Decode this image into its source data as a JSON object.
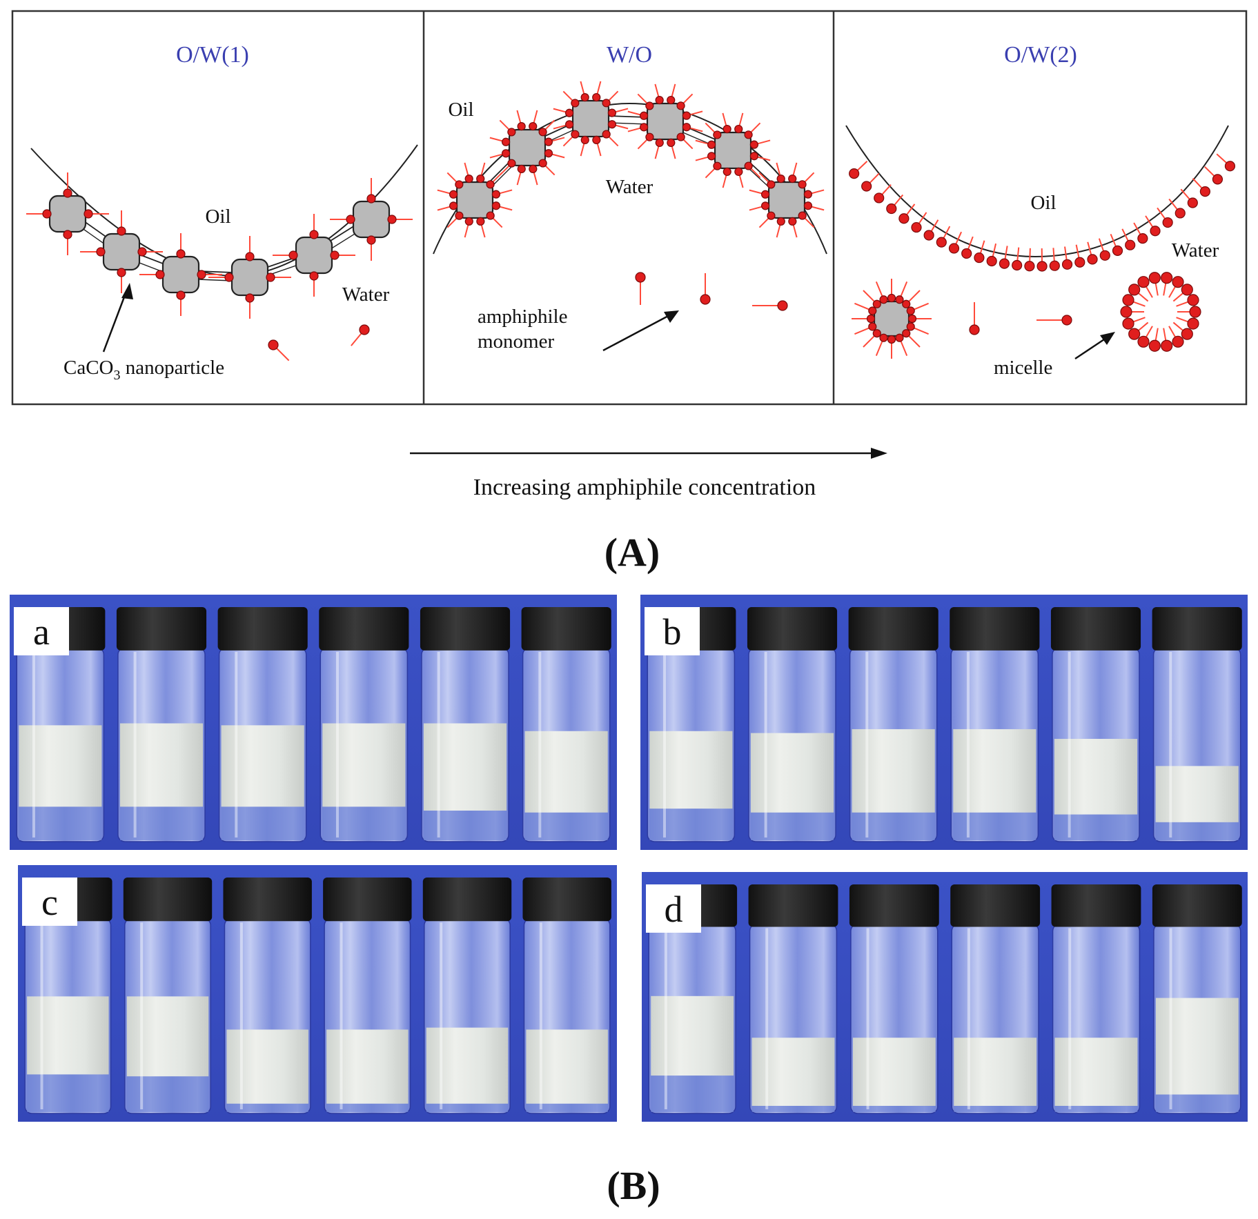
{
  "schematic": {
    "panels": [
      {
        "title": "O/W(1)",
        "oil_label": "Oil",
        "water_label": "Water",
        "particle_label_main": "CaCO",
        "particle_label_sub": "3",
        "particle_label_tail": " nanoparticle"
      },
      {
        "title": "W/O",
        "oil_label": "Oil",
        "water_label": "Water",
        "monomer_label_line1": "amphiphile",
        "monomer_label_line2": "monomer"
      },
      {
        "title": "O/W(2)",
        "oil_label": "Oil",
        "water_label": "Water",
        "micelle_label": "micelle"
      }
    ],
    "arrow_label": "Increasing amphiphile concentration",
    "panel_mark": "(A)"
  },
  "photos": {
    "panel_mark": "(B)",
    "subpanels": [
      {
        "label": "a",
        "vials": [
          {
            "white_top": 0.4,
            "white_bottom": 0.82
          },
          {
            "white_top": 0.39,
            "white_bottom": 0.82
          },
          {
            "white_top": 0.4,
            "white_bottom": 0.82
          },
          {
            "white_top": 0.39,
            "white_bottom": 0.82
          },
          {
            "white_top": 0.39,
            "white_bottom": 0.84
          },
          {
            "white_top": 0.43,
            "white_bottom": 0.85
          }
        ]
      },
      {
        "label": "b",
        "vials": [
          {
            "white_top": 0.43,
            "white_bottom": 0.83
          },
          {
            "white_top": 0.44,
            "white_bottom": 0.85
          },
          {
            "white_top": 0.42,
            "white_bottom": 0.85
          },
          {
            "white_top": 0.42,
            "white_bottom": 0.85
          },
          {
            "white_top": 0.47,
            "white_bottom": 0.86
          },
          {
            "white_top": 0.61,
            "white_bottom": 0.9
          }
        ]
      },
      {
        "label": "c",
        "vials": [
          {
            "white_top": 0.4,
            "white_bottom": 0.8
          },
          {
            "white_top": 0.4,
            "white_bottom": 0.81
          },
          {
            "white_top": 0.57,
            "white_bottom": 0.95
          },
          {
            "white_top": 0.57,
            "white_bottom": 0.95
          },
          {
            "white_top": 0.56,
            "white_bottom": 0.95
          },
          {
            "white_top": 0.57,
            "white_bottom": 0.95
          }
        ]
      },
      {
        "label": "d",
        "vials": [
          {
            "white_top": 0.38,
            "white_bottom": 0.8
          },
          {
            "white_top": 0.6,
            "white_bottom": 0.96
          },
          {
            "white_top": 0.6,
            "white_bottom": 0.96
          },
          {
            "white_top": 0.6,
            "white_bottom": 0.96
          },
          {
            "white_top": 0.6,
            "white_bottom": 0.96
          },
          {
            "white_top": 0.39,
            "white_bottom": 0.9
          }
        ]
      }
    ]
  },
  "colors": {
    "title_blue": "#3a3fb0",
    "amphiphile_red": "#e01e1e",
    "tail_red": "#ff4a3a",
    "particle_gray": "#b9b9b9",
    "photo_blue": "#3e55c9",
    "emulsion_white": "#e4e8e4"
  }
}
